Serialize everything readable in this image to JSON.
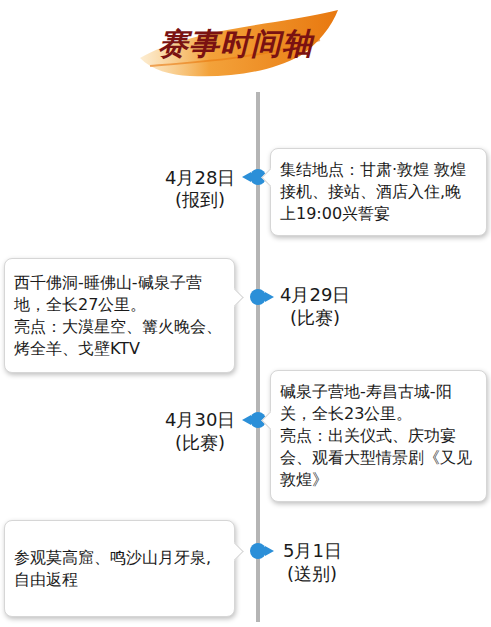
{
  "diagram": {
    "title": "赛事时间轴",
    "nodes": [
      {
        "text": [
          "集结地点：甘肃·敦煌 敦煌接机、接站、酒店入住,晚上19:00兴誓宴"
        ]
      },
      {
        "text": [
          "西千佛洞-睡佛山-碱泉子营地，全长27公里。",
          "亮点：大漠星空、篝火晚会、烤全羊、戈壁KTV"
        ]
      },
      {
        "text": [
          "碱泉子营地-寿昌古城-阳关，全长23公里。",
          "亮点：出关仪式、庆功宴会、观看大型情景剧《又见敦煌》"
        ]
      },
      {
        "text": [
          "参观莫高窟、鸣沙山月牙泉,自由返程"
        ]
      }
    ],
    "labels": [
      "4月28日",
      "(报到)",
      "4月29日",
      "(比赛)",
      "4月30日",
      "(比赛)",
      "5月1日",
      "(送别)"
    ]
  }
}
